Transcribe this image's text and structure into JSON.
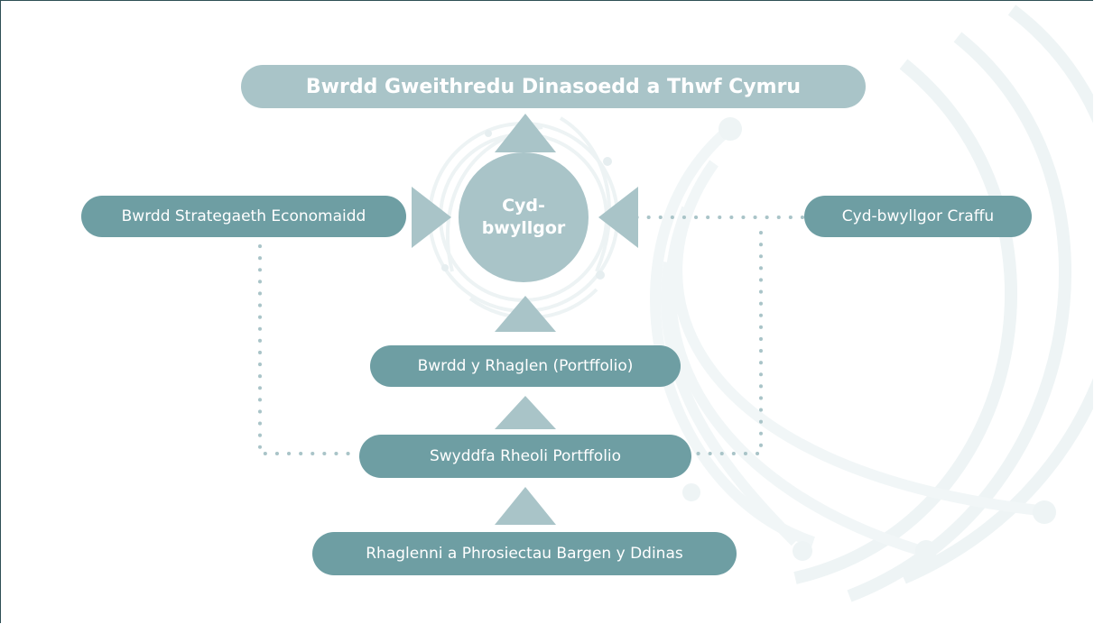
{
  "colors": {
    "box_dark": "#6e9ea3",
    "box_light": "#a9c4c8",
    "arrow": "#a9c4c8",
    "dotted_line": "#a9c4c8",
    "frame": "#2f4f55"
  },
  "diagram": {
    "top_board": "Bwrdd Gweithredu Dinasoedd a Thwf Cymru",
    "joint_committee": "Cyd-bwyllgor",
    "economic_strategy_board": "Bwrdd Strategaeth Economaidd",
    "scrutiny_committee": "Cyd-bwyllgor Craffu",
    "programme_board": "Bwrdd y Rhaglen (Portffolio)",
    "portfolio_office": "Swyddfa Rheoli Portffolio",
    "programmes_projects": "Rhaglenni a Phrosiectau Bargen y Ddinas"
  }
}
